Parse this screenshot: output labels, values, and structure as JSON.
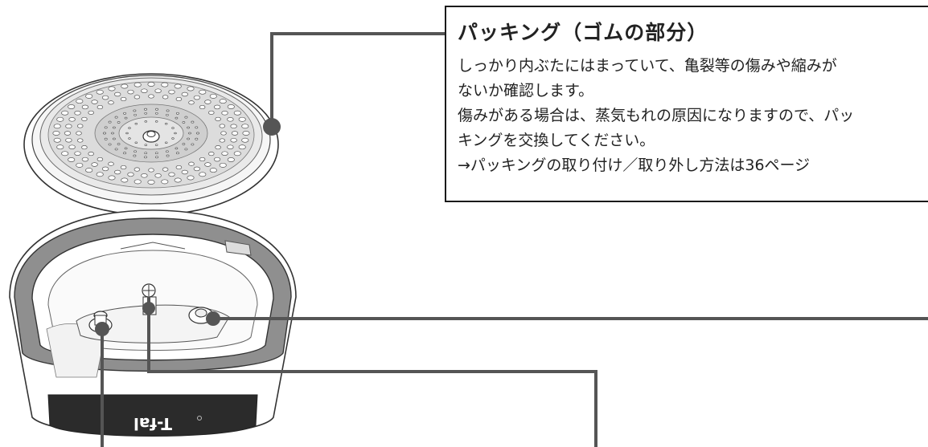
{
  "packing_callout": {
    "title": "パッキング（ゴムの部分）",
    "lines": [
      "しっかり内ぶたにはまっていて、亀裂等の傷みや縮みが",
      "ないか確認します。",
      "傷みがある場合は、蒸気もれの原因になりますので、パッ",
      "キングを交換してください。",
      "→パッキングの取り付け／取り外し方法は36ページ"
    ]
  },
  "brand_logo": "T-fal",
  "colors": {
    "leader_line": "#555555",
    "ring": "#8f8f8f",
    "dark_band": "#2b2b2b"
  }
}
